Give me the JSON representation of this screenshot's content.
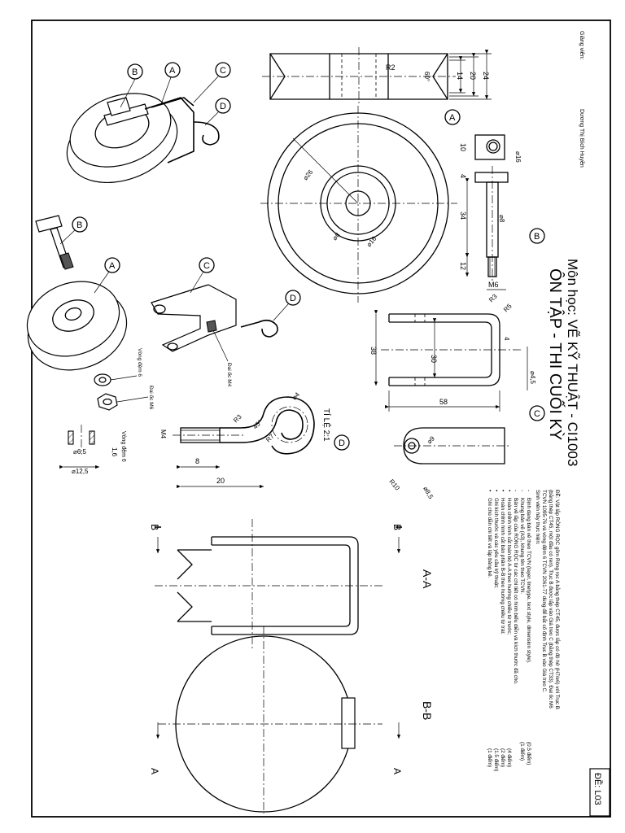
{
  "title_block": {
    "main_title": "ÔN TẬP - THI CUỐI KỲ",
    "subject": "Môn học: VẼ KỸ THUẬT - CI1003",
    "instructor_label": "Giảng viên:",
    "instructor_name": "Dương Thị Bích Huyền",
    "exam_code": "ĐỀ: L03"
  },
  "assignment": {
    "intro": [
      "ĐỀ: Vật lắp RÒNG RỌC gồm Ròng rọc A bằng thép CT45, được lắp có độ hở (H7/e6) với Trục B",
      "(bằng thép CT45, một đầu có ren). Trục B được lắp vào Giá treo C (bằng thép CT33). Đai ốc M6",
      "TCVN 1095-76 và vòng đệm 6 TCVN 2061-77 dùng để bắt cố định Trục B vào Giá treo C.",
      "Sinh viên hãy thực hiện:"
    ],
    "tasks": [
      {
        "bullet": "-",
        "text": "Định dạng bản vẽ theo TCVN (layer, linetype, text style, dimension style).",
        "score": "(0.5 điểm)"
      },
      {
        "bullet": "-",
        "text": "Khung bản vẽ (A3), khung tên theo TCVN.",
        "score": "(1 điểm)"
      },
      {
        "bullet": "-",
        "text": "Bản vẽ lắp của RÒNG RỌC từ các chi tiết có hình biểu diễn và kích thước đã cho.",
        "score": ""
      },
      {
        "bullet": "•",
        "text": "Hoàn chỉnh hình cắt toàn bộ A-A theo hướng chiếu từ trước;",
        "score": "(4 điểm)"
      },
      {
        "bullet": "•",
        "text": "Hoàn chỉnh hình cắt bán phần B-B theo hướng chiếu từ trái;",
        "score": "(2 điểm)"
      },
      {
        "bullet": "•",
        "text": "Ghi kích thước và các yêu cầu kỹ thuật;",
        "score": "(1.5 điểm)"
      },
      {
        "bullet": "•",
        "text": "Ghi chú dẫn chi tiết và lập bảng kê.",
        "score": "(1 điểm)"
      }
    ]
  },
  "balloons": {
    "a": "A",
    "b": "B",
    "c": "C",
    "d": "D"
  },
  "part_labels": {
    "vong_dem_6": "Vòng đệm 6",
    "dai_oc_m6": "Đai ốc M6",
    "dai_oc_m4": "Đai ốc M4",
    "ti_le": "TỈ LỆ 2:1"
  },
  "dimensions": {
    "pulley_r2": "R2",
    "pulley_60": "60°",
    "pulley_14": "14",
    "pulley_20": "20",
    "pulley_24": "24",
    "pulley_d26": "⌀26",
    "pulley_d8": "⌀8",
    "pulley_d16": "⌀16",
    "shaft_10": "10",
    "shaft_d16": "⌀16",
    "shaft_4": "4",
    "shaft_34": "34",
    "shaft_d8": "⌀8",
    "shaft_12": "12",
    "shaft_m6": "M6",
    "bracket_r3": "R3",
    "bracket_r5": "R5",
    "bracket_38": "38",
    "bracket_30": "30",
    "bracket_4": "4",
    "bracket_d45": "⌀4,5",
    "bracket_58": "58",
    "bracket_d9": "⌀9",
    "bracket_r10": "R10",
    "bracket_d85": "⌀8,5",
    "hook_d4": "⌀4",
    "hook_r3": "R3",
    "hook_45": "45°",
    "hook_r7": "R7",
    "hook_m4": "M4",
    "hook_8": "8",
    "hook_20": "20",
    "washer_d65": "⌀6,5",
    "washer_16": "1,6",
    "washer_d125": "⌀12,5",
    "washer_label": "Vòng đệm 6"
  },
  "sections": {
    "b_letter": "B",
    "a_letter": "A",
    "aa_label": "A-A",
    "bb_label": "B-B"
  }
}
